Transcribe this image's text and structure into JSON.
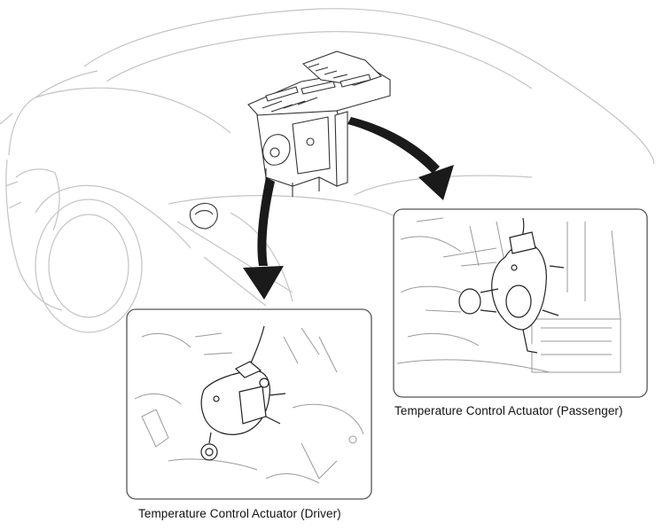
{
  "diagram": {
    "callouts": [
      {
        "id": "passenger",
        "caption": "Temperature Control Actuator (Passenger)"
      },
      {
        "id": "driver",
        "caption": "Temperature Control Actuator (Driver)"
      }
    ],
    "colors": {
      "line": "#3a3a3a",
      "faint": "#c9c9c9",
      "arrow": "#1a1a1a",
      "frame": "#555555"
    },
    "icons": [
      "car-outline-illustration",
      "hvac-unit-illustration",
      "actuator-illustration"
    ]
  }
}
